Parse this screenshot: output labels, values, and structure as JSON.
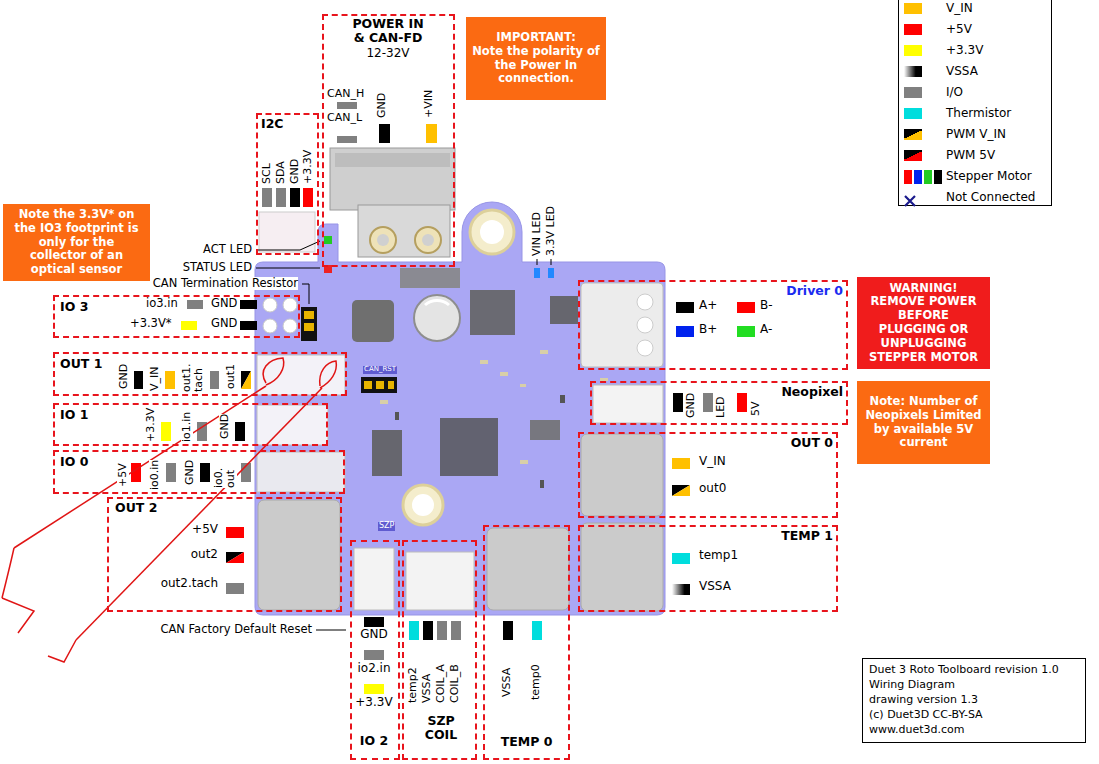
{
  "diagram": {
    "nodes": [
      {
        "text": [
          "POWER IN & CAN-FD",
          "12-32V",
          "CAN_H",
          "CAN_L",
          "GND",
          "+VIN"
        ]
      },
      {
        "text": [
          "IMPORTANT:",
          "Note the polarity of the Power In connection."
        ]
      },
      {
        "text": [
          "I2C",
          "SCL",
          "SDA",
          "GND",
          "+3.3V"
        ]
      },
      {
        "text": [
          "Note the 3.3V* on the IO3 footprint is only for the collector of an optical sensor"
        ]
      },
      {
        "text": [
          "WARNING!",
          "REMOVE POWER BEFORE PLUGGING OR UNPLUGGING STEPPER MOTOR"
        ]
      },
      {
        "text": [
          "Driver 0",
          "A+",
          "B-",
          "B+",
          "A-"
        ]
      },
      {
        "text": [
          "IO 3",
          "io3.in",
          "GND",
          "+3.3V*",
          "GND"
        ]
      },
      {
        "text": [
          "OUT 1",
          "GND",
          "V_IN",
          "out1. tach",
          "out1"
        ]
      },
      {
        "text": [
          "Neopixel",
          "GND",
          "LED",
          "5V"
        ]
      },
      {
        "text": [
          "Note: Number of Neopixels Limited by available 5V current"
        ]
      },
      {
        "text": [
          "IO 1",
          "+3.3V",
          "io1.in",
          "GND"
        ]
      },
      {
        "text": [
          "OUT 0",
          "V_IN",
          "out0"
        ]
      },
      {
        "text": [
          "IO 0",
          "+5V",
          "io0.in",
          "GND",
          "io0. out"
        ]
      },
      {
        "text": [
          "OUT 2",
          "+5V",
          "out2",
          "out2.tach"
        ]
      },
      {
        "text": [
          "TEMP 1",
          "temp1",
          "VSSA"
        ]
      },
      {
        "text": [
          "GND",
          "io2.in",
          "+3.3V",
          "IO 2"
        ]
      },
      {
        "text": [
          "temp2",
          "VSSA",
          "COIL_A",
          "COIL_B",
          "SZP COIL"
        ]
      },
      {
        "text": [
          "VSSA",
          "temp0",
          "TEMP 0"
        ]
      },
      {
        "text": [
          "Duet 3 Roto Toolboard revision 1.0",
          "Wiring Diagram",
          "drawing version 1.3",
          "(c) Duet3D CC-BY-SA",
          "www.duet3d.com"
        ]
      }
    ],
    "labels": [
      "ACT LED",
      "STATUS LED",
      "CAN Termination Resistor",
      "VIN LED",
      "3.3V LED",
      "CAN Factory Default Reset",
      "CAN_RST",
      "SZP"
    ],
    "legend": [
      {
        "text": "V_IN",
        "color": "#FFC000"
      },
      {
        "text": "+5V",
        "color": "#FF0000"
      },
      {
        "text": "+3.3V",
        "color": "#FFFF00"
      },
      {
        "text": "VSSA"
      },
      {
        "text": "I/O",
        "color": "#808080"
      },
      {
        "text": "Thermistor",
        "color": "#00DDDD"
      },
      {
        "text": "PWM V_IN"
      },
      {
        "text": "PWM 5V"
      },
      {
        "text": "Stepper Motor"
      },
      {
        "text": "Not Connected"
      }
    ]
  }
}
